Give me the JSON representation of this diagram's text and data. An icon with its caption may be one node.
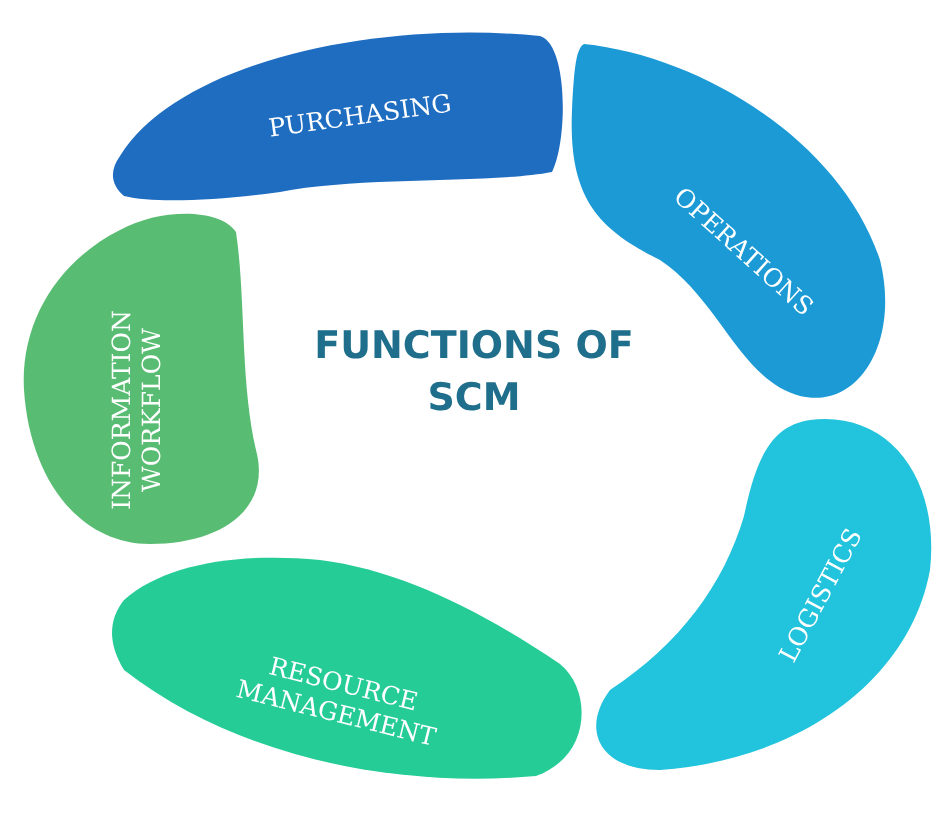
{
  "diagram": {
    "title": "FUNCTIONS OF SCM",
    "nodes": [
      {
        "text": [
          "PURCHASING"
        ]
      },
      {
        "text": [
          "OPERATIONS"
        ]
      },
      {
        "text": [
          "LOGISTICS"
        ]
      },
      {
        "text": [
          "RESOURCE MANAGEMENT"
        ]
      },
      {
        "text": [
          "INFORMATION WORKFLOW"
        ]
      }
    ],
    "edges": []
  }
}
